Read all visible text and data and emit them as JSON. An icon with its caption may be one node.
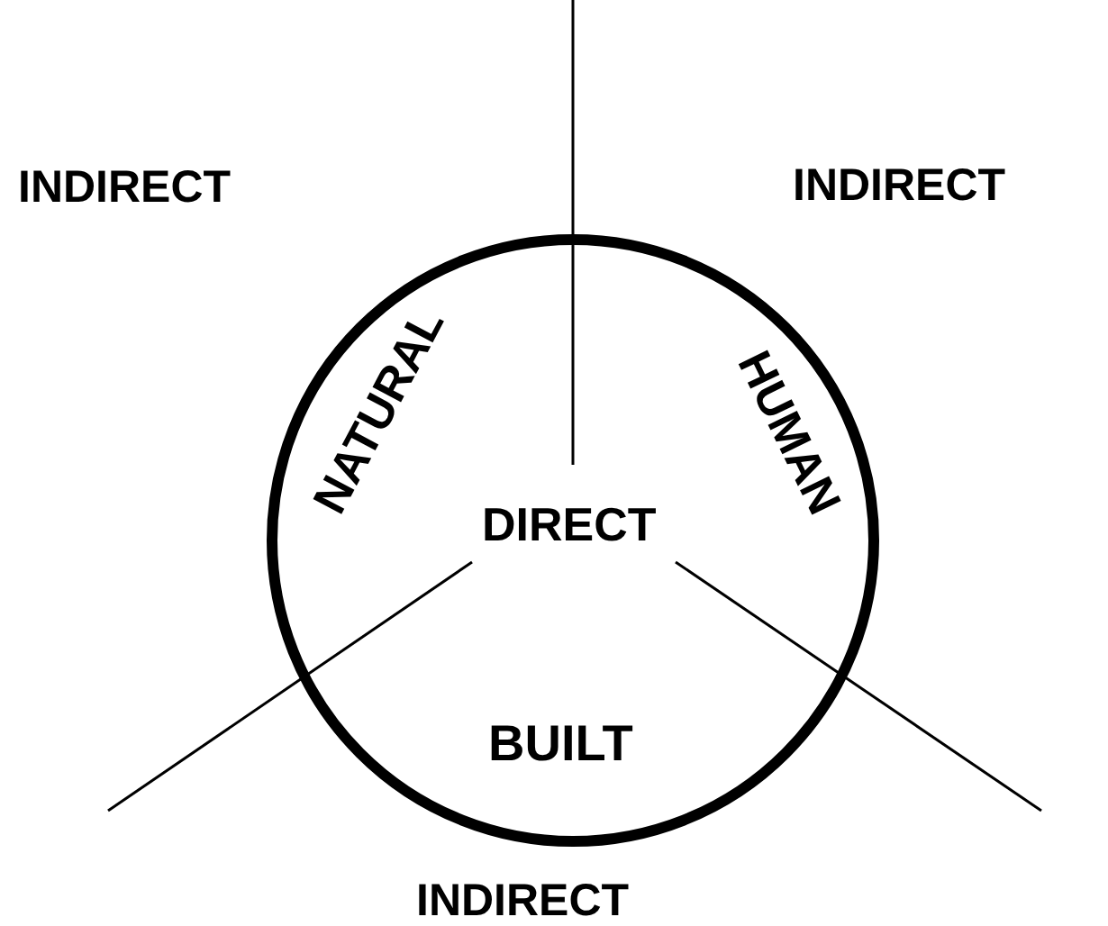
{
  "diagram": {
    "nodes": [
      {
        "text": [
          "NATURAL",
          "HUMAN",
          "DIRECT",
          "BUILT"
        ]
      }
    ],
    "labels": [
      "INDIRECT",
      "INDIRECT",
      "INDIRECT"
    ]
  }
}
